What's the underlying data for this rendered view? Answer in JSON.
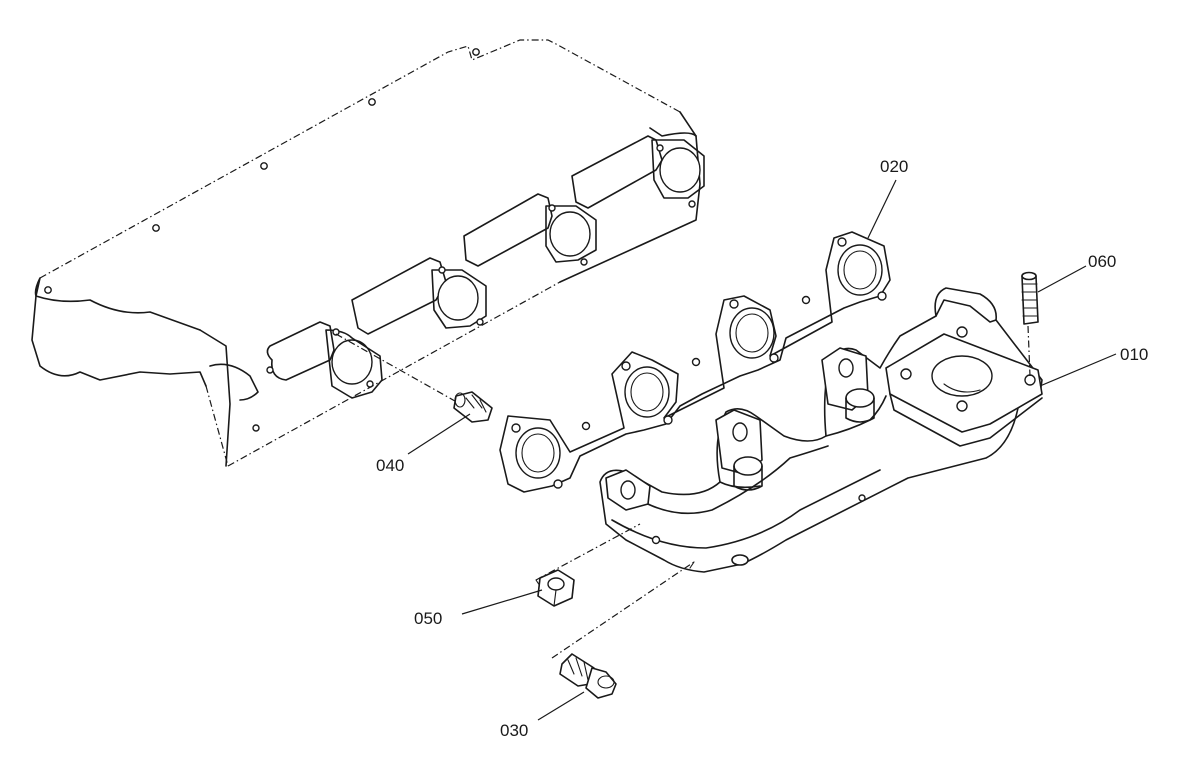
{
  "callouts": {
    "c010": "010",
    "c020": "020",
    "c030": "030",
    "c040": "040",
    "c050": "050",
    "c060": "060"
  }
}
